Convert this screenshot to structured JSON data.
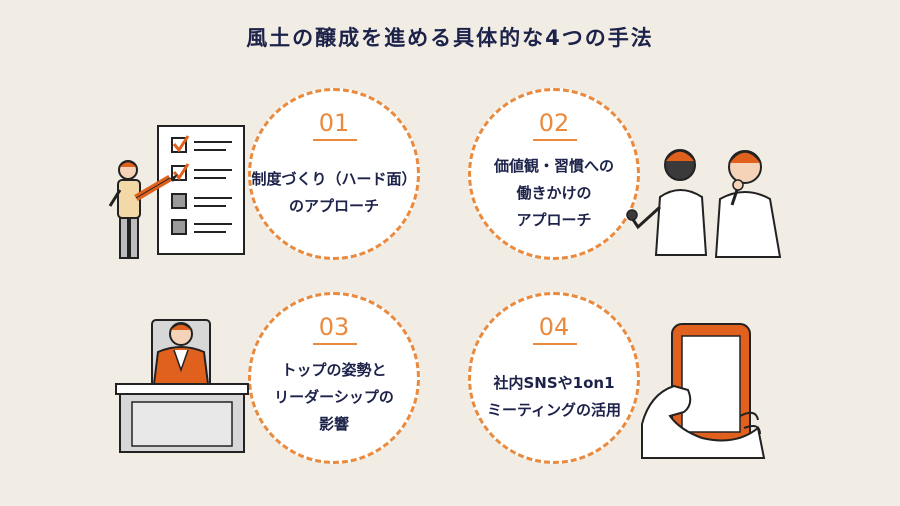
{
  "title": "風土の醸成を進める具体的な4つの手法",
  "methods": [
    {
      "number": "01",
      "lines": [
        "制度づくり（ハード面）",
        "のアプローチ"
      ]
    },
    {
      "number": "02",
      "lines": [
        "価値観・習慣への",
        "働きかけの",
        "アプローチ"
      ]
    },
    {
      "number": "03",
      "lines": [
        "トップの姿勢と",
        "リーダーシップの",
        "影響"
      ]
    },
    {
      "number": "04",
      "lines": [
        "社内SNSや1on1",
        "ミーティングの活用"
      ]
    }
  ],
  "colors": {
    "accent": "#e98a3e",
    "text": "#1c2249",
    "background": "#f1ece4"
  }
}
